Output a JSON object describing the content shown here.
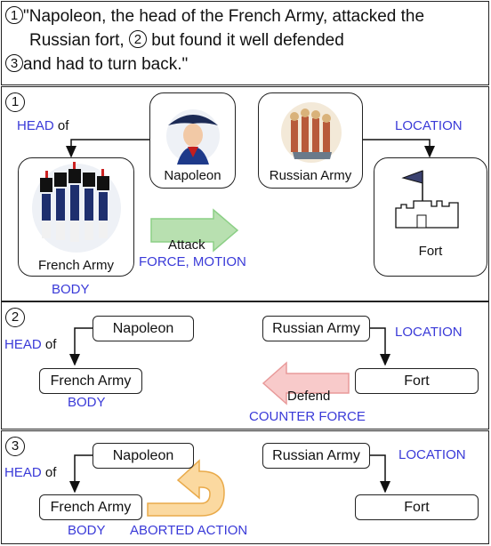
{
  "colors": {
    "relation_blue": "#3a3ad8",
    "arrow_green": "#9ad29a",
    "arrow_red": "#f4b4b4",
    "arrow_orange": "#f5c878"
  },
  "sentence": {
    "n1": "1",
    "line1": "\"Napoleon, the head of the French Army, attacked the",
    "line2a": "Russian fort,",
    "n2": "2",
    "line2b": "but found it well defended",
    "n3": "3",
    "line3": "and had to turn back.\""
  },
  "panel1": {
    "num": "1",
    "napoleon": "Napoleon",
    "russian_army": "Russian Army",
    "french_army": "French Army",
    "fort": "Fort",
    "head_word": "HEAD",
    "of_word": "of",
    "location": "LOCATION",
    "attack": "Attack",
    "force_motion": "FORCE, MOTION",
    "body": "BODY"
  },
  "panel2": {
    "num": "2",
    "napoleon": "Napoleon",
    "russian_army": "Russian Army",
    "french_army": "French Army",
    "fort": "Fort",
    "head_word": "HEAD",
    "of_word": "of",
    "location": "LOCATION",
    "body": "BODY",
    "defend": "Defend",
    "counter_force": "COUNTER FORCE"
  },
  "panel3": {
    "num": "3",
    "napoleon": "Napoleon",
    "russian_army": "Russian Army",
    "french_army": "French Army",
    "fort": "Fort",
    "head_word": "HEAD",
    "of_word": "of",
    "location": "LOCATION",
    "body": "BODY",
    "aborted": "ABORTED ACTION"
  }
}
